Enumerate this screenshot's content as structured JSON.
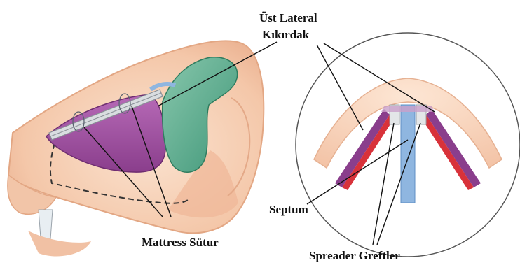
{
  "labels": {
    "ust_lateral_line1": "Üst Lateral",
    "ust_lateral_line2": "Kıkırdak",
    "septum": "Septum",
    "mattress": "Mattress Sütur",
    "spreader": "Spreader Greftler"
  },
  "colors": {
    "skin": "#f6cfb3",
    "skin_dark": "#eab08f",
    "lateral_cartilage": "#9c4a9c",
    "alar_cartilage": "#5fae90",
    "septum": "#8fb6e0",
    "graft": "#d9dde0",
    "vessel_red": "#d8323a",
    "leader": "#111111"
  }
}
